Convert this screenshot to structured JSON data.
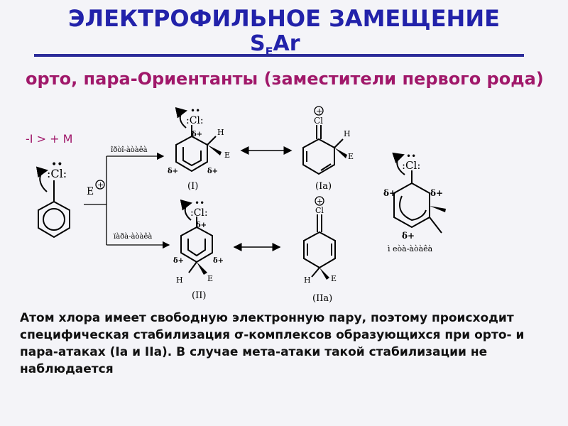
{
  "title_line1": "ЭЛЕКТРОФИЛЬНОЕ ЗАМЕЩЕНИЕ",
  "title_sub_s": "S",
  "title_sub_e": "E",
  "title_sub_ar": "Ar",
  "subtitle": "орто, пара-Ориентанты (заместители первого рода)",
  "effect": "-I > + M",
  "cl_lone": ":Cl:",
  "cl_plain": "Cl",
  "plus_sign": "+",
  "e_label": "E",
  "h_label": "H",
  "delta_plus": "δ+",
  "ortho_attack": "îðòî-àòàêà",
  "para_attack": "ïàðà-àòàêà",
  "meta_attack": "ì eòà-àòàêà",
  "label_I": "(I)",
  "label_Ia": "(Ia)",
  "label_II": "(II)",
  "label_IIa": "(IIa)",
  "body_text": "Атом хлора имеет свободную электронную пару, поэтому происходит специфическая стабилизация σ-комплексов образующихся при орто- и пара-атаках (Ia и IIa). В случае мета-атаки такой стабилизации не наблюдается"
}
